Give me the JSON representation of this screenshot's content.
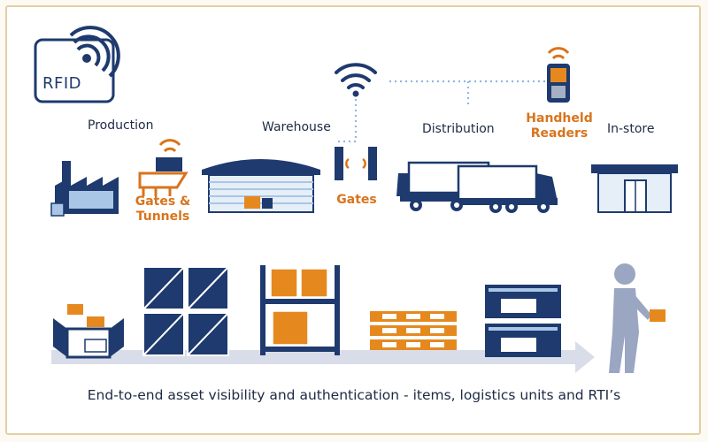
{
  "badge": {
    "text": "RFID"
  },
  "stages": {
    "production": "Production",
    "warehouse": "Warehouse",
    "distribution": "Distribution",
    "in_store": "In-store"
  },
  "readers": {
    "gates_tunnels_line1": "Gates &",
    "gates_tunnels_line2": "Tunnels",
    "gates": "Gates",
    "handheld_line1": "Handheld",
    "handheld_line2": "Readers"
  },
  "caption": "End-to-end asset visibility and authentication - items, logistics units and RTI’s",
  "colors": {
    "navy": "#1e3a6e",
    "orange": "#d9741c",
    "light_blue": "#a9c6e6",
    "dotted_line": "#8fb8df",
    "arrow": "#d9dde9",
    "person": "#9aa6c2",
    "watermark": "#bfe0b8"
  }
}
